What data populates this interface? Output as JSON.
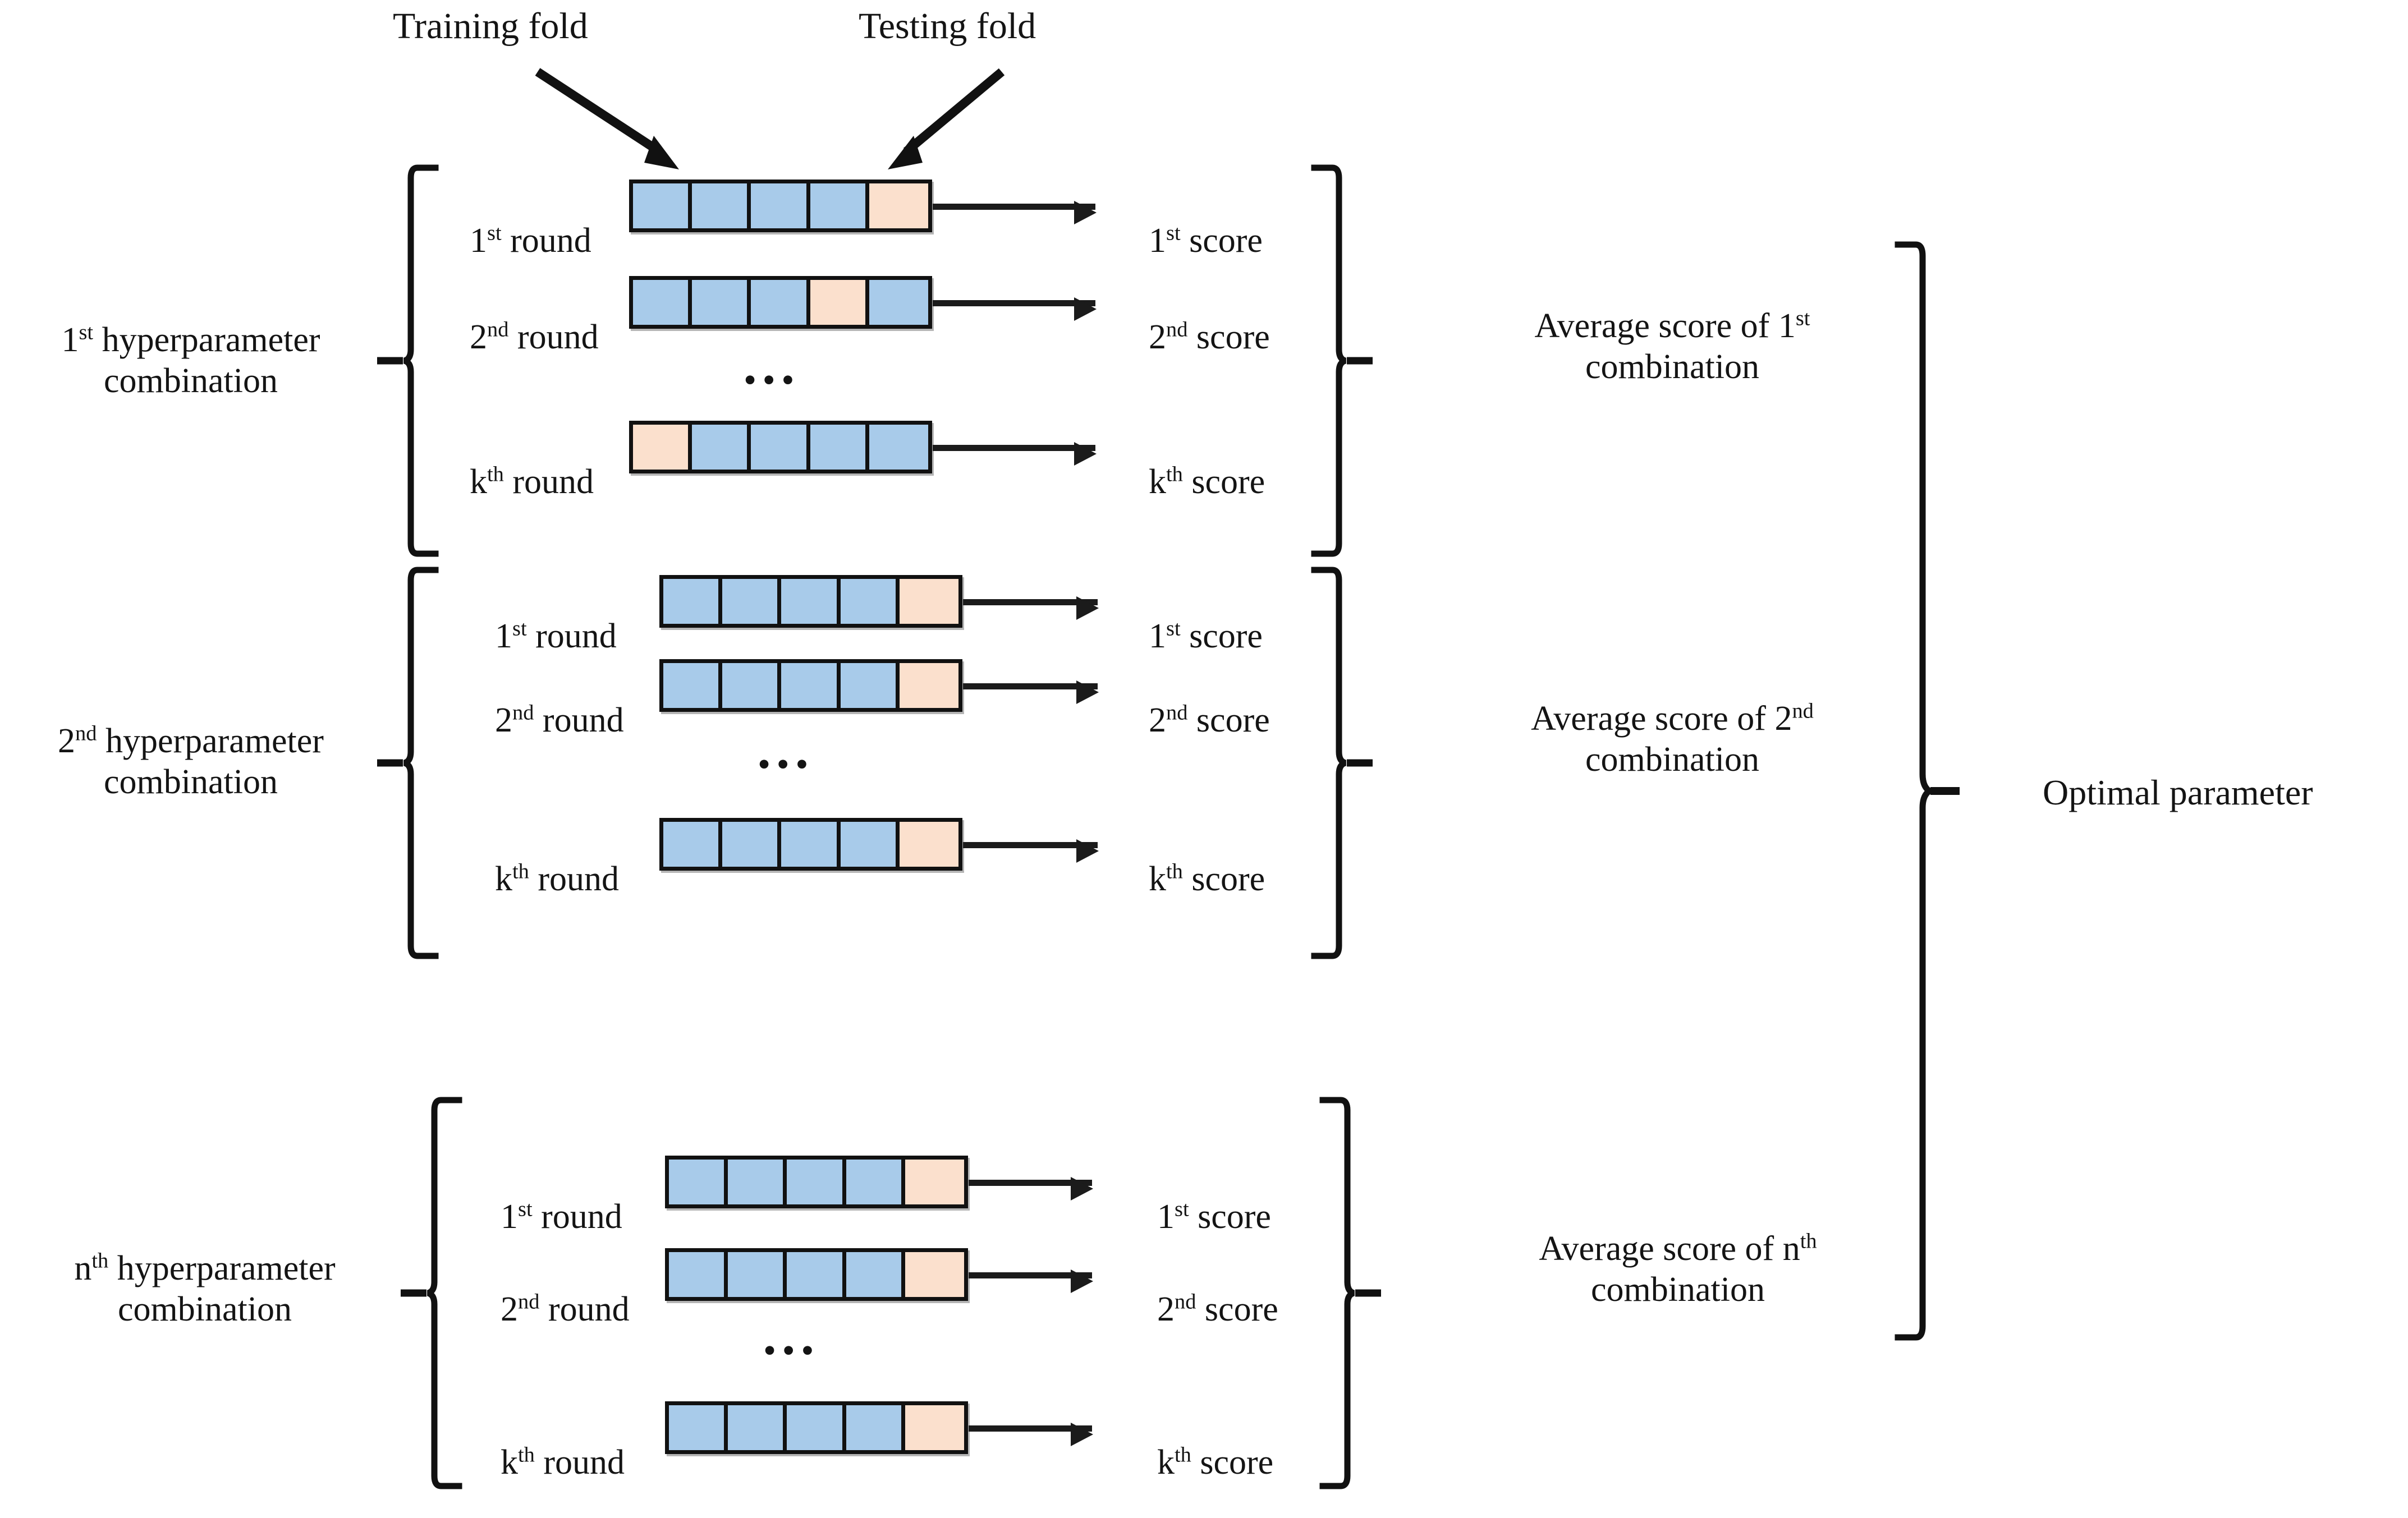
{
  "figure": {
    "title_annotations": {
      "training_fold_label": "Training fold",
      "testing_fold_label": "Testing fold"
    },
    "ellipsis": "•••",
    "final_output_label": "Optimal parameter",
    "colors": {
      "training_fold_fill": "#a8cbea",
      "testing_fold_fill": "#fbe0cd",
      "stroke": "#111111",
      "background": "#ffffff"
    },
    "folds_per_round": 5,
    "blocks": [
      {
        "id": "block-1",
        "left_label_line1": "1",
        "left_label_sup": "st",
        "left_label_rest": " hyperparameter",
        "left_label_line2": "combination",
        "right_label_line1": "Average score of 1",
        "right_label_sup": "st",
        "right_label_line2": "combination",
        "rows": [
          {
            "round_prefix": "1",
            "round_sup": "st",
            "round_suffix": " round",
            "score_prefix": "1",
            "score_sup": "st",
            "score_suffix": " score",
            "folds": [
              "train",
              "train",
              "train",
              "train",
              "test"
            ]
          },
          {
            "round_prefix": "2",
            "round_sup": "nd",
            "round_suffix": " round",
            "score_prefix": "2",
            "score_sup": "nd",
            "score_suffix": " score",
            "folds": [
              "train",
              "train",
              "train",
              "test",
              "train"
            ]
          },
          {
            "round_prefix": "k",
            "round_sup": "th",
            "round_suffix": " round",
            "score_prefix": "k",
            "score_sup": "th",
            "score_suffix": " score",
            "folds": [
              "test",
              "train",
              "train",
              "train",
              "train"
            ]
          }
        ]
      },
      {
        "id": "block-2",
        "left_label_line1": "2",
        "left_label_sup": "nd",
        "left_label_rest": " hyperparameter",
        "left_label_line2": "combination",
        "right_label_line1": "Average score of 2",
        "right_label_sup": "nd",
        "right_label_line2": "combination",
        "rows": [
          {
            "round_prefix": "1",
            "round_sup": "st",
            "round_suffix": " round",
            "score_prefix": "1",
            "score_sup": "st",
            "score_suffix": " score",
            "folds": [
              "train",
              "train",
              "train",
              "train",
              "test"
            ]
          },
          {
            "round_prefix": "2",
            "round_sup": "nd",
            "round_suffix": " round",
            "score_prefix": "2",
            "score_sup": "nd",
            "score_suffix": " score",
            "folds": [
              "train",
              "train",
              "train",
              "train",
              "test"
            ]
          },
          {
            "round_prefix": "k",
            "round_sup": "th",
            "round_suffix": " round",
            "score_prefix": "k",
            "score_sup": "th",
            "score_suffix": " score",
            "folds": [
              "train",
              "train",
              "train",
              "train",
              "test"
            ]
          }
        ]
      },
      {
        "id": "block-3",
        "left_label_line1": "n",
        "left_label_sup": "th",
        "left_label_rest": " hyperparameter",
        "left_label_line2": "combination",
        "right_label_line1": "Average score of n",
        "right_label_sup": "th",
        "right_label_line2": "combination",
        "rows": [
          {
            "round_prefix": "1",
            "round_sup": "st",
            "round_suffix": " round",
            "score_prefix": "1",
            "score_sup": "st",
            "score_suffix": " score",
            "folds": [
              "train",
              "train",
              "train",
              "train",
              "test"
            ]
          },
          {
            "round_prefix": "2",
            "round_sup": "nd",
            "round_suffix": " round",
            "score_prefix": "2",
            "score_sup": "nd",
            "score_suffix": " score",
            "folds": [
              "train",
              "train",
              "train",
              "train",
              "test"
            ]
          },
          {
            "round_prefix": "k",
            "round_sup": "th",
            "round_suffix": " round",
            "score_prefix": "k",
            "score_sup": "th",
            "score_suffix": " score",
            "folds": [
              "train",
              "train",
              "train",
              "train",
              "test"
            ]
          }
        ]
      }
    ]
  }
}
